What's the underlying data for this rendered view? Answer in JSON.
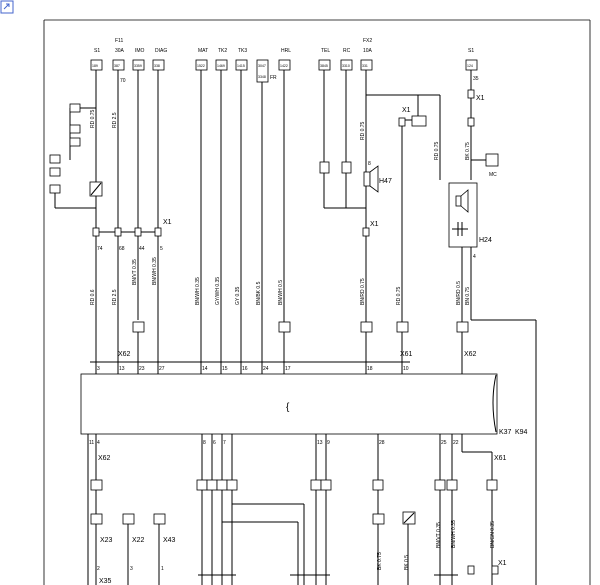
{
  "corner_icon": "corner-square-icon",
  "top_fuse_labels": [
    {
      "id": "f-s1a",
      "text": "S1"
    },
    {
      "id": "f-f11",
      "text": "F11"
    },
    {
      "id": "f-30a",
      "text": "30A"
    },
    {
      "id": "f-imo",
      "text": "IMO"
    },
    {
      "id": "f-diag",
      "text": "DIAG"
    },
    {
      "id": "f-mat",
      "text": "MAT"
    },
    {
      "id": "f-tk2a",
      "text": "TK2"
    },
    {
      "id": "f-tk3",
      "text": "TK3"
    },
    {
      "id": "f-hrl",
      "text": "HRL"
    },
    {
      "id": "f-tel",
      "text": "TEL"
    },
    {
      "id": "f-rc",
      "text": "RC"
    },
    {
      "id": "f-fx2",
      "text": "FX2"
    },
    {
      "id": "f-10a",
      "text": "10A"
    },
    {
      "id": "f-s1b",
      "text": "S1"
    }
  ],
  "top_terminal_codes": [
    {
      "id": "t1",
      "text": "189"
    },
    {
      "id": "t2",
      "text": "387"
    },
    {
      "id": "t3",
      "text": "3359"
    },
    {
      "id": "t4",
      "text": "338"
    },
    {
      "id": "t5",
      "text": "1522"
    },
    {
      "id": "t6",
      "text": "1469"
    },
    {
      "id": "t7",
      "text": "1415"
    },
    {
      "id": "t8",
      "text": "3047"
    },
    {
      "id": "t9",
      "text": "3348"
    },
    {
      "id": "t10",
      "text": "1422"
    },
    {
      "id": "t11",
      "text": "3845"
    },
    {
      "id": "t12",
      "text": "3310"
    },
    {
      "id": "t13",
      "text": "331"
    },
    {
      "id": "t14",
      "text": "124"
    }
  ],
  "wire_colors": [
    {
      "id": "w1",
      "text": "RD 0.75"
    },
    {
      "id": "w2",
      "text": "RD 2.5"
    },
    {
      "id": "w3",
      "text": "RD 0.6"
    },
    {
      "id": "w4",
      "text": "RD 2.5"
    },
    {
      "id": "w5",
      "text": "BN/VT 0.35"
    },
    {
      "id": "w6",
      "text": "BN/WH 0.35"
    },
    {
      "id": "w7",
      "text": "BN/WH 0.35"
    },
    {
      "id": "w8",
      "text": "GY/WH 0.35"
    },
    {
      "id": "w9",
      "text": "GY 0.35"
    },
    {
      "id": "w10",
      "text": "BN/BK 0.5"
    },
    {
      "id": "w11",
      "text": "BN/WH 0.5"
    },
    {
      "id": "w12",
      "text": "RD 0.75"
    },
    {
      "id": "w13",
      "text": "BN/RD 0.75"
    },
    {
      "id": "w14",
      "text": "RD 0.75"
    },
    {
      "id": "w15",
      "text": "RD 0.75"
    },
    {
      "id": "w16",
      "text": "BK 0.75"
    },
    {
      "id": "w17",
      "text": "BN/RD 0.5"
    },
    {
      "id": "w18",
      "text": "BN 0.75"
    },
    {
      "id": "w19",
      "text": "BK 0.75"
    },
    {
      "id": "w20",
      "text": "BK 0.5"
    },
    {
      "id": "w21",
      "text": "BN/VT 0.35"
    },
    {
      "id": "w22",
      "text": "BN/WH 0.35"
    },
    {
      "id": "w23",
      "text": "BN/GN 0.35"
    }
  ],
  "connectors": [
    {
      "id": "c-x1-top",
      "text": "X1"
    },
    {
      "id": "c-x1-right",
      "text": "X1"
    },
    {
      "id": "c-x1-far",
      "text": "X1"
    },
    {
      "id": "c-x1-mid",
      "text": "X1"
    },
    {
      "id": "c-x62-top",
      "text": "X62"
    },
    {
      "id": "c-x61-top",
      "text": "X61"
    },
    {
      "id": "c-x62-right",
      "text": "X62"
    },
    {
      "id": "c-x62-bot",
      "text": "X62"
    },
    {
      "id": "c-x61-bot",
      "text": "X61"
    },
    {
      "id": "c-x23",
      "text": "X23"
    },
    {
      "id": "c-x22",
      "text": "X22"
    },
    {
      "id": "c-x43",
      "text": "X43"
    },
    {
      "id": "c-x35",
      "text": "X35"
    },
    {
      "id": "c-x1-bot",
      "text": "X1"
    }
  ],
  "components": {
    "h47": "H47",
    "h24": "H24",
    "k37": "K37",
    "k94": "K94",
    "brace": "{",
    "fr": "FR",
    "mc": "MC"
  },
  "pin_numbers": [
    "3",
    "13",
    "23",
    "27",
    "14",
    "15",
    "16",
    "24",
    "17",
    "18",
    "10",
    "11",
    "4",
    "8",
    "6",
    "7",
    "13",
    "9",
    "28",
    "25",
    "22",
    "70",
    "74",
    "68",
    "44",
    "5",
    "8",
    "2",
    "3",
    "1",
    "4",
    "35"
  ]
}
